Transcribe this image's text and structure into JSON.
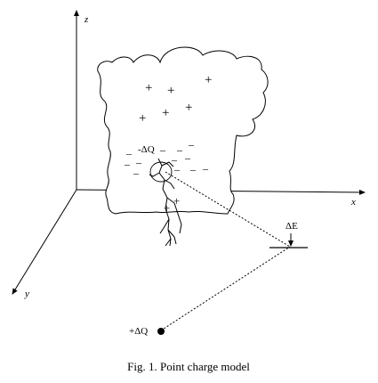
{
  "axes": {
    "x_label": "x",
    "y_label": "y",
    "z_label": "z"
  },
  "cloud": {
    "upper_charge_symbol": "+",
    "lower_charge_symbol": "–",
    "ground_charge_symbol": "+"
  },
  "labels": {
    "negative_charge": "-ΔQ",
    "field_increment": "ΔE",
    "positive_charge": "+ΔQ"
  },
  "caption": "Fig. 1.  Point charge model"
}
